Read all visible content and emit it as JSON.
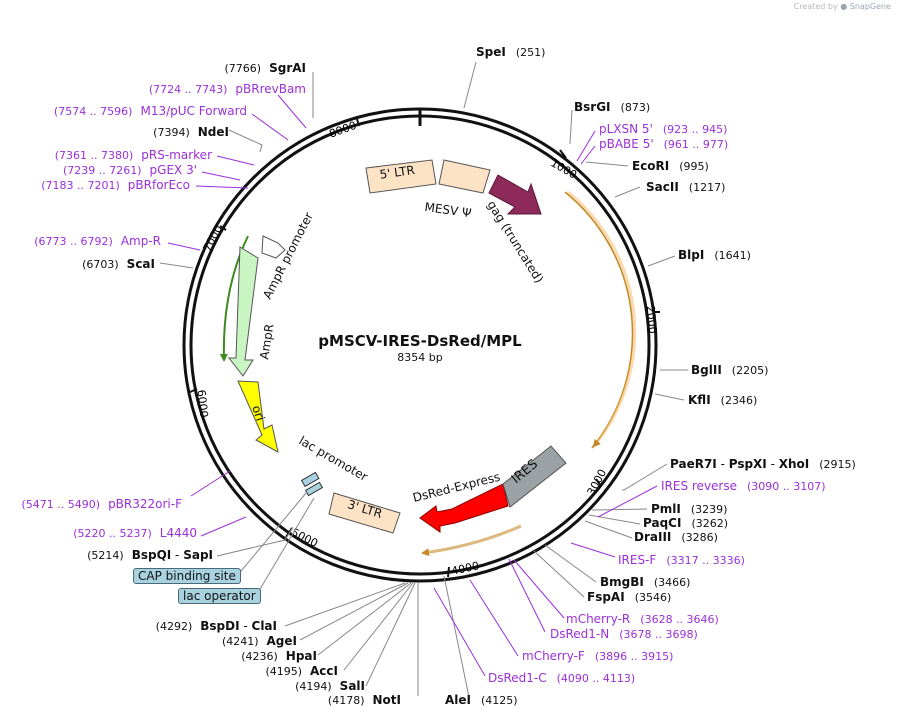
{
  "brand": {
    "prefix": "Created by",
    "name": "SnapGene"
  },
  "plasmid": {
    "name": "pMSCV-IRES-DsRed/MPL",
    "length": "8354 bp"
  },
  "ticks": [
    "1000",
    "2000",
    "3000",
    "4000",
    "5000",
    "6000",
    "7000",
    "8000"
  ],
  "features": [
    {
      "id": "ltr5",
      "label": "5' LTR"
    },
    {
      "id": "mesv",
      "label": "MESV Ψ"
    },
    {
      "id": "gag",
      "label": "gag (truncated)"
    },
    {
      "id": "ampr-promoter",
      "label": "AmpR promoter"
    },
    {
      "id": "ampr",
      "label": "AmpR"
    },
    {
      "id": "ori",
      "label": "ori"
    },
    {
      "id": "lac-promoter",
      "label": "lac promoter"
    },
    {
      "id": "ltr3",
      "label": "3' LTR"
    },
    {
      "id": "dsred-express",
      "label": "DsRed-Express"
    },
    {
      "id": "ires",
      "label": "IRES"
    }
  ],
  "boxed_features": [
    {
      "id": "cap-binding-site",
      "label": "CAP binding site"
    },
    {
      "id": "lac-operator",
      "label": "lac operator"
    }
  ],
  "sites": [
    {
      "id": "spei",
      "name": "SpeI",
      "pos": "(251)",
      "kind": "enzyme"
    },
    {
      "id": "sgrai",
      "name": "SgrAI",
      "pos": "(7766)",
      "kind": "enzyme"
    },
    {
      "id": "pbrrevbam",
      "name": "pBRrevBam",
      "pos": "(7724 .. 7743)",
      "kind": "primer"
    },
    {
      "id": "m13-puc-forward",
      "name": "M13/pUC Forward",
      "pos": "(7574 .. 7596)",
      "kind": "primer"
    },
    {
      "id": "ndei",
      "name": "NdeI",
      "pos": "(7394)",
      "kind": "enzyme"
    },
    {
      "id": "prs-marker",
      "name": "pRS-marker",
      "pos": "(7361 .. 7380)",
      "kind": "primer"
    },
    {
      "id": "pgex-3",
      "name": "pGEX 3'",
      "pos": "(7239 .. 7261)",
      "kind": "primer"
    },
    {
      "id": "pbrforeco",
      "name": "pBRforEco",
      "pos": "(7183 .. 7201)",
      "kind": "primer"
    },
    {
      "id": "amp-r",
      "name": "Amp-R",
      "pos": "(6773 .. 6792)",
      "kind": "primer"
    },
    {
      "id": "scai",
      "name": "ScaI",
      "pos": "(6703)",
      "kind": "enzyme"
    },
    {
      "id": "pbr322ori-f",
      "name": "pBR322ori-F",
      "pos": "(5471 .. 5490)",
      "kind": "primer"
    },
    {
      "id": "l4440",
      "name": "L4440",
      "pos": "(5220 .. 5237)",
      "kind": "primer"
    },
    {
      "id": "bspqi-sapi",
      "name": "BspQI",
      "name2": "SapI",
      "pos": "(5214)",
      "kind": "enzyme"
    },
    {
      "id": "bsrgi",
      "name": "BsrGI",
      "pos": "(873)",
      "kind": "enzyme"
    },
    {
      "id": "plxsn-5",
      "name": "pLXSN 5'",
      "pos": "(923 .. 945)",
      "kind": "primer"
    },
    {
      "id": "pbabe-5",
      "name": "pBABE 5'",
      "pos": "(961 .. 977)",
      "kind": "primer"
    },
    {
      "id": "ecori",
      "name": "EcoRI",
      "pos": "(995)",
      "kind": "enzyme"
    },
    {
      "id": "sacii",
      "name": "SacII",
      "pos": "(1217)",
      "kind": "enzyme"
    },
    {
      "id": "blpi",
      "name": "BlpI",
      "pos": "(1641)",
      "kind": "enzyme"
    },
    {
      "id": "bglii",
      "name": "BglII",
      "pos": "(2205)",
      "kind": "enzyme"
    },
    {
      "id": "kfli",
      "name": "KflI",
      "pos": "(2346)",
      "kind": "enzyme"
    },
    {
      "id": "pae-psp-xho",
      "name": "PaeR7I",
      "name2": "PspXI",
      "name3": "XhoI",
      "pos": "(2915)",
      "kind": "enzyme"
    },
    {
      "id": "ires-reverse",
      "name": "IRES reverse",
      "pos": "(3090 .. 3107)",
      "kind": "primer"
    },
    {
      "id": "pmli",
      "name": "PmlI",
      "pos": "(3239)",
      "kind": "enzyme"
    },
    {
      "id": "paqci",
      "name": "PaqCI",
      "pos": "(3262)",
      "kind": "enzyme"
    },
    {
      "id": "draiii",
      "name": "DraIII",
      "pos": "(3286)",
      "kind": "enzyme"
    },
    {
      "id": "ires-f",
      "name": "IRES-F",
      "pos": "(3317 .. 3336)",
      "kind": "primer"
    },
    {
      "id": "bmgbi",
      "name": "BmgBI",
      "pos": "(3466)",
      "kind": "enzyme"
    },
    {
      "id": "fspai",
      "name": "FspAI",
      "pos": "(3546)",
      "kind": "enzyme"
    },
    {
      "id": "mcherry-r",
      "name": "mCherry-R",
      "pos": "(3628 .. 3646)",
      "kind": "primer"
    },
    {
      "id": "dsred1-n",
      "name": "DsRed1-N",
      "pos": "(3678 .. 3698)",
      "kind": "primer"
    },
    {
      "id": "mcherry-f",
      "name": "mCherry-F",
      "pos": "(3896 .. 3915)",
      "kind": "primer"
    },
    {
      "id": "dsred1-c",
      "name": "DsRed1-C",
      "pos": "(4090 .. 4113)",
      "kind": "primer"
    },
    {
      "id": "alei",
      "name": "AleI",
      "pos": "(4125)",
      "kind": "enzyme"
    },
    {
      "id": "noti",
      "name": "NotI",
      "pos": "(4178)",
      "kind": "enzyme"
    },
    {
      "id": "sali",
      "name": "SalI",
      "pos": "(4194)",
      "kind": "enzyme"
    },
    {
      "id": "acci",
      "name": "AccI",
      "pos": "(4195)",
      "kind": "enzyme"
    },
    {
      "id": "hpai",
      "name": "HpaI",
      "pos": "(4236)",
      "kind": "enzyme"
    },
    {
      "id": "agei",
      "name": "AgeI",
      "pos": "(4241)",
      "kind": "enzyme"
    },
    {
      "id": "bspdi-clai",
      "name": "BspDI",
      "name2": "ClaI",
      "pos": "(4292)",
      "kind": "enzyme"
    }
  ],
  "colors": {
    "primer": "#9b30d9",
    "ltr": "#fde3c6",
    "gag": "#8e2a5a",
    "ampr": "#c9f5c2",
    "ampr_promoter": "#ffffff",
    "ori": "#ffff00",
    "dsred": "#ff0000",
    "ires": "#9aa2a5",
    "orf": "#f4b860"
  }
}
